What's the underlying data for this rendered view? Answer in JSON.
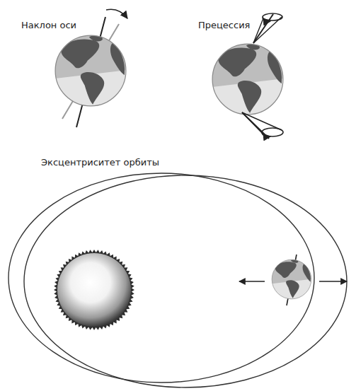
{
  "diagram": {
    "labels": [
      "Наклон оси",
      "Прецессия",
      "Эксцентриситет орбиты"
    ]
  }
}
